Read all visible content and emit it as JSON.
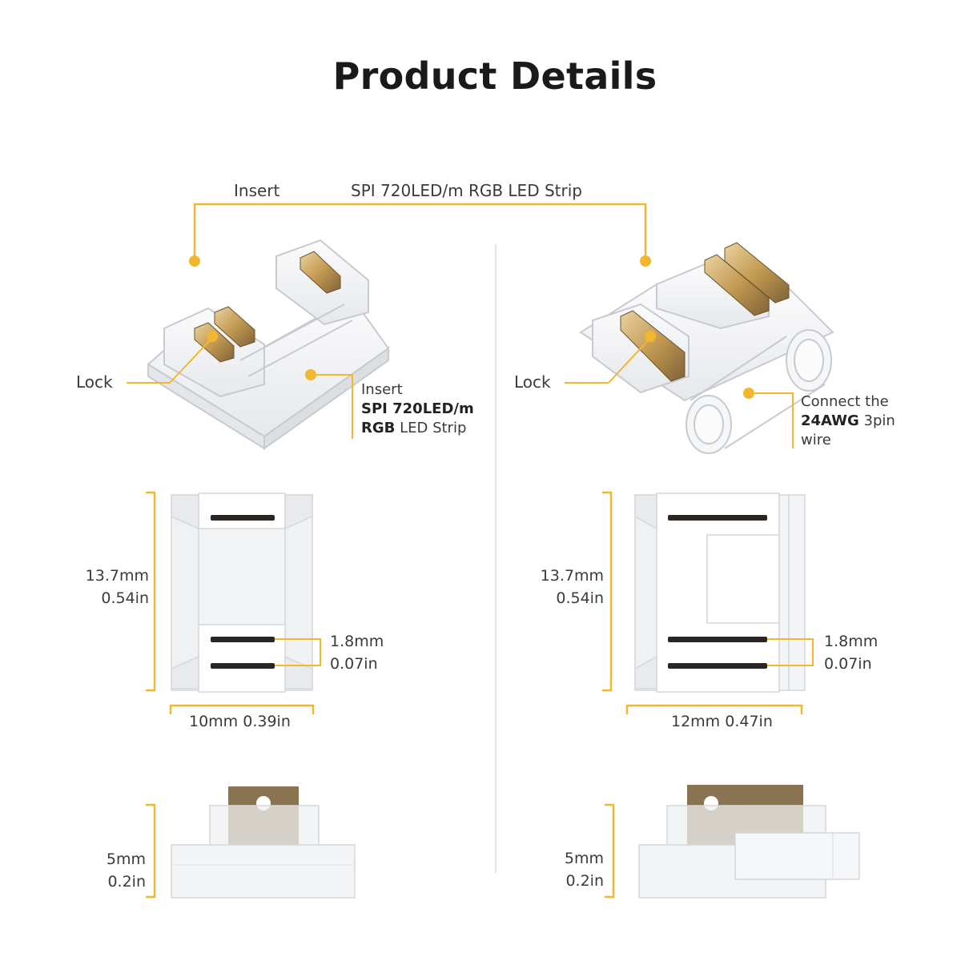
{
  "page": {
    "title": "Product Details"
  },
  "top_labels": {
    "insert": "Insert",
    "strip": "SPI 720LED/m RGB LED Strip"
  },
  "left_product": {
    "lock_label": "Lock",
    "insert_line1": "Insert",
    "insert_line2": "SPI 720LED/m",
    "insert_line3_bold": "RGB",
    "insert_line3_rest": " LED Strip",
    "height_mm": "13.7mm",
    "height_in": "0.54in",
    "pitch_mm": "1.8mm",
    "pitch_in": "0.07in",
    "width_label": "10mm 0.39in",
    "thickness_mm": "5mm",
    "thickness_in": "0.2in"
  },
  "right_product": {
    "lock_label": "Lock",
    "connect_line1": "Connect the",
    "connect_bold": "24AWG",
    "connect_rest": " 3pin",
    "connect_line3": "wire",
    "height_mm": "13.7mm",
    "height_in": "0.54in",
    "pitch_mm": "1.8mm",
    "pitch_in": "0.07in",
    "width_label": "12mm 0.47in",
    "thickness_mm": "5mm",
    "thickness_in": "0.2in"
  },
  "colors": {
    "accent": "#F2B731",
    "text": "#333333",
    "plastic_edge": "#cfd2d6",
    "plastic_fill": "#f1f2f4",
    "contact_brown": "#8a7350",
    "contact_gold": "#c9a25a"
  }
}
